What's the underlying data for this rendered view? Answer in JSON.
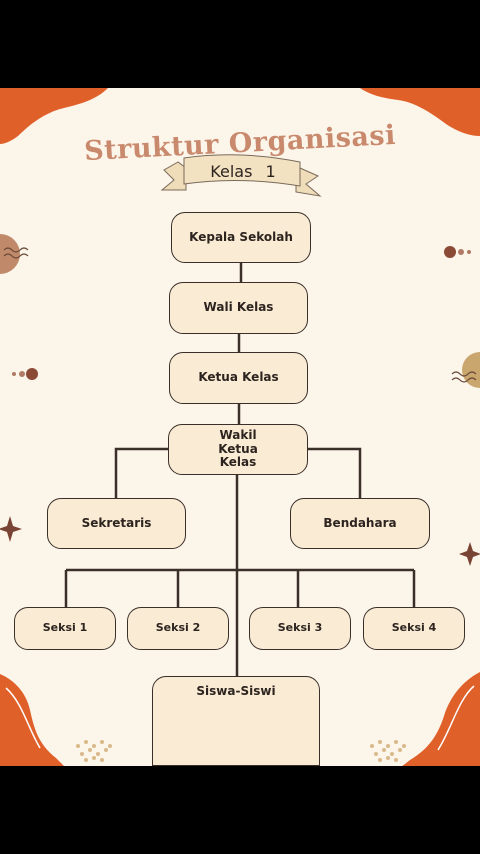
{
  "title": "Struktur Organisasi",
  "subtitle": "Kelas 1",
  "nodes": {
    "kepala_sekolah": "Kepala Sekolah",
    "wali_kelas": "Wali Kelas",
    "ketua_kelas": "Ketua Kelas",
    "wakil_ketua_kelas": "Wakil Ketua Kelas",
    "sekretaris": "Sekretaris",
    "bendahara": "Bendahara",
    "seksi_1": "Seksi 1",
    "seksi_2": "Seksi 2",
    "seksi_3": "Seksi 3",
    "seksi_4": "Seksi 4",
    "siswa_siswi": "Siswa-Siswi"
  },
  "colors": {
    "background": "#fcf5ea",
    "box_fill": "#faecd4",
    "accent_orange": "#e0602a",
    "title_color": "#c9896d",
    "line_color": "#3b2f2a"
  }
}
